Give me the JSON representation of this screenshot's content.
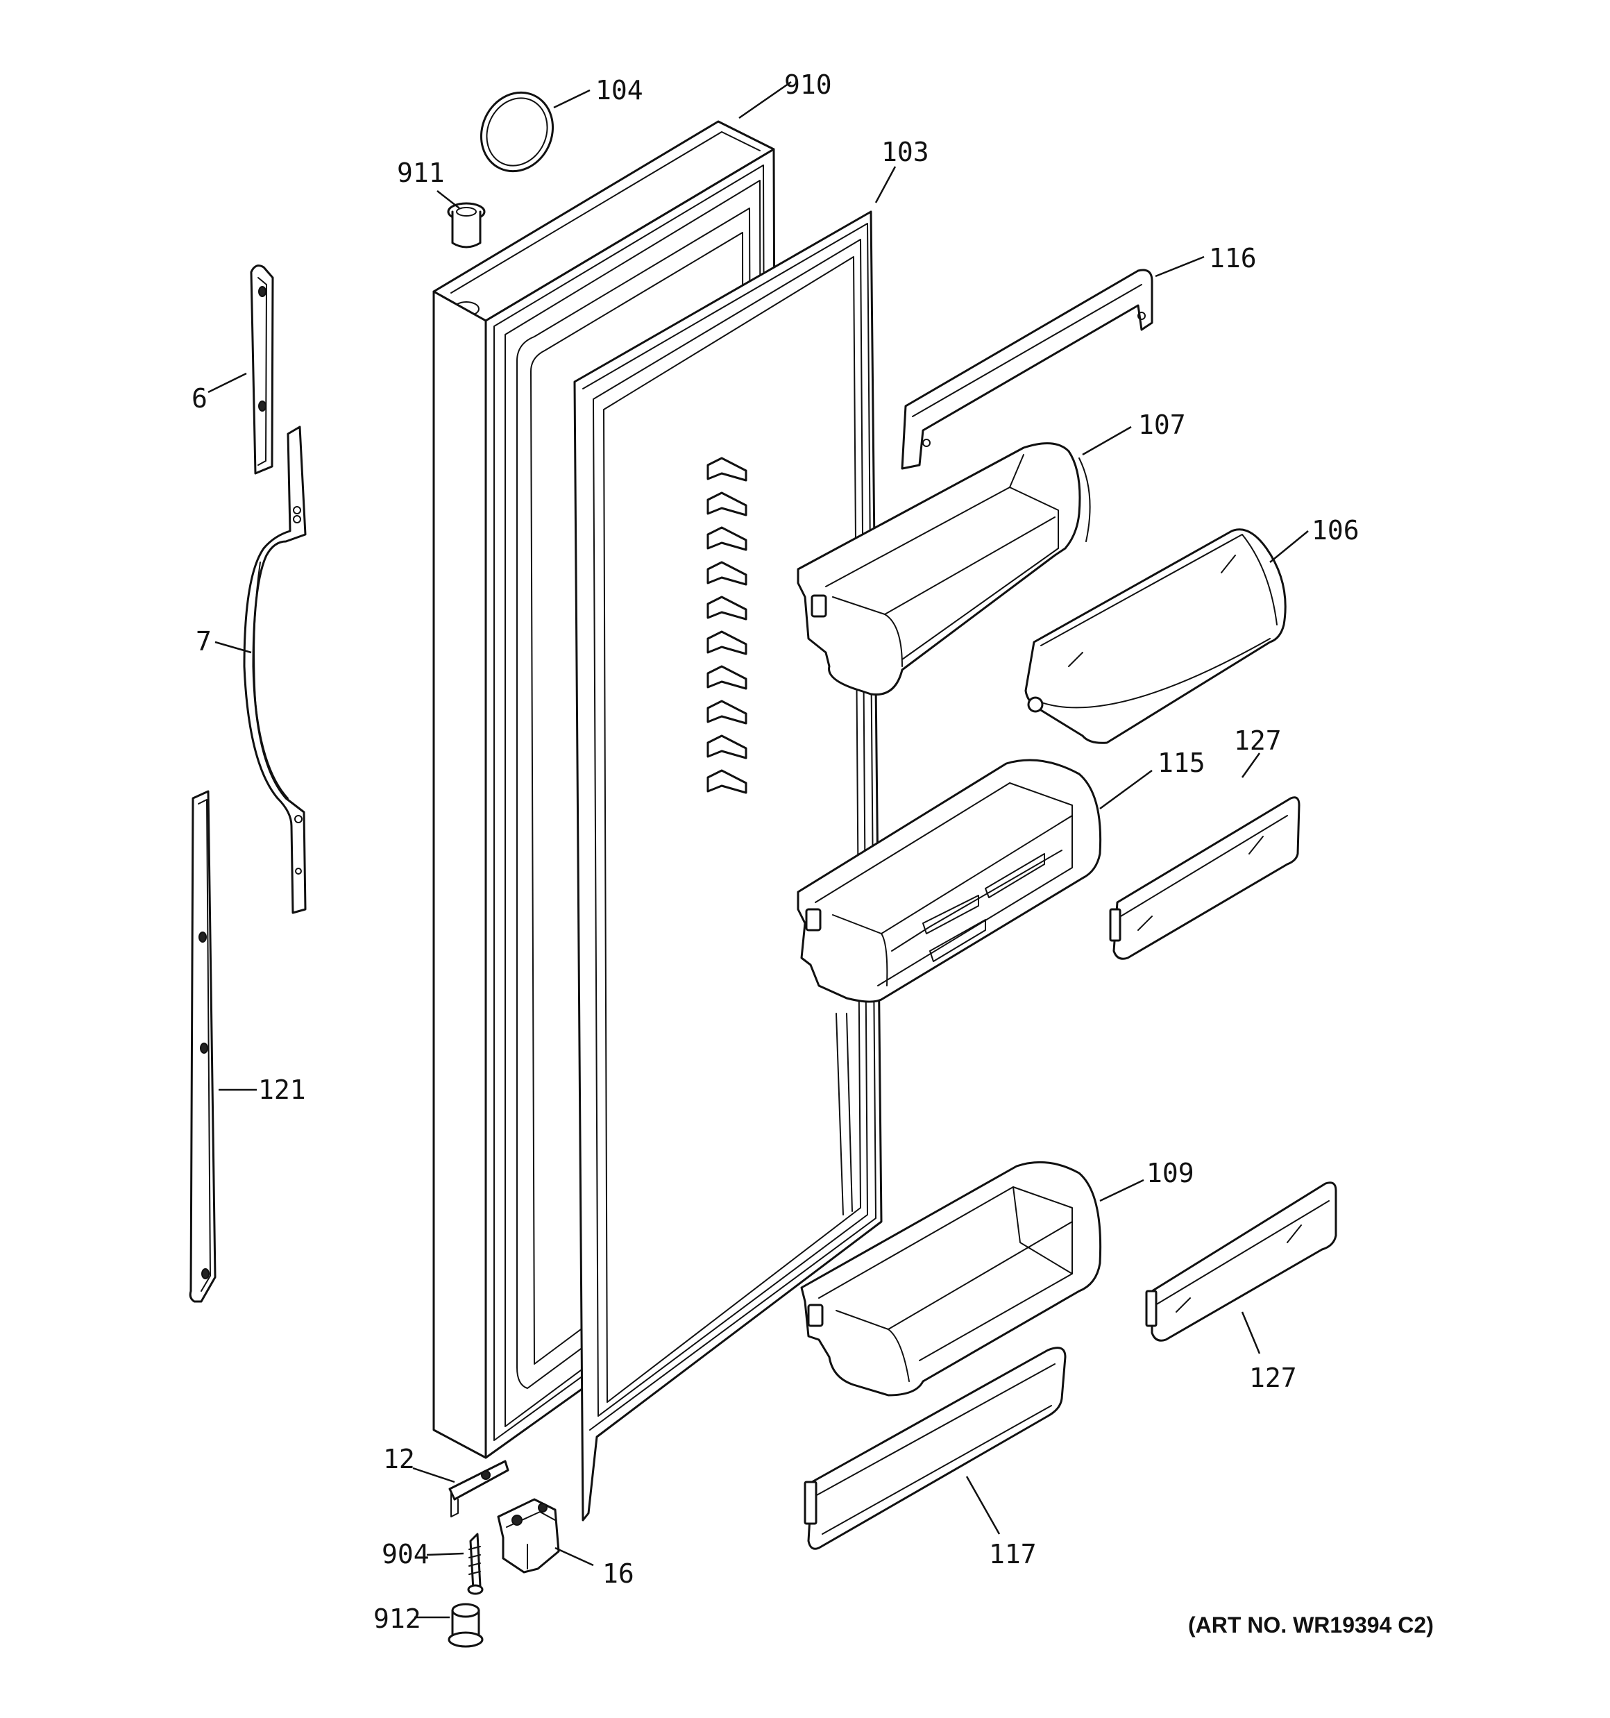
{
  "callouts": [
    "104",
    "910",
    "911",
    "103",
    "116",
    "6",
    "107",
    "106",
    "7",
    "115",
    "127",
    "121",
    "109",
    "127",
    "12",
    "904",
    "16",
    "117",
    "912"
  ],
  "art_number": "(ART NO. WR19394 C2)"
}
